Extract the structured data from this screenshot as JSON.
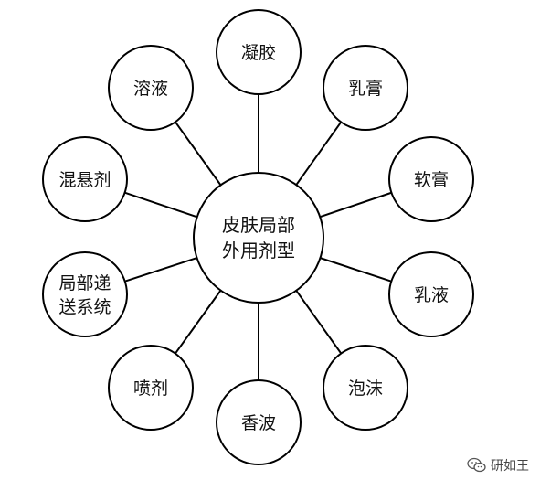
{
  "center": {
    "lines": [
      "皮肤局部",
      "外用剂型"
    ]
  },
  "nodes": [
    {
      "id": "gel",
      "lines": [
        "凝胶"
      ]
    },
    {
      "id": "cream",
      "lines": [
        "乳膏"
      ]
    },
    {
      "id": "ointment",
      "lines": [
        "软膏"
      ]
    },
    {
      "id": "emulsion",
      "lines": [
        "乳液"
      ]
    },
    {
      "id": "foam",
      "lines": [
        "泡沫"
      ]
    },
    {
      "id": "lotion",
      "lines": [
        "香波"
      ]
    },
    {
      "id": "spray",
      "lines": [
        "喷剂"
      ]
    },
    {
      "id": "local-delivery",
      "lines": [
        "局部递",
        "送系统"
      ]
    },
    {
      "id": "suspension",
      "lines": [
        "混悬剂"
      ]
    },
    {
      "id": "solution",
      "lines": [
        "溶液"
      ]
    }
  ],
  "watermark": {
    "text": "研如王"
  }
}
